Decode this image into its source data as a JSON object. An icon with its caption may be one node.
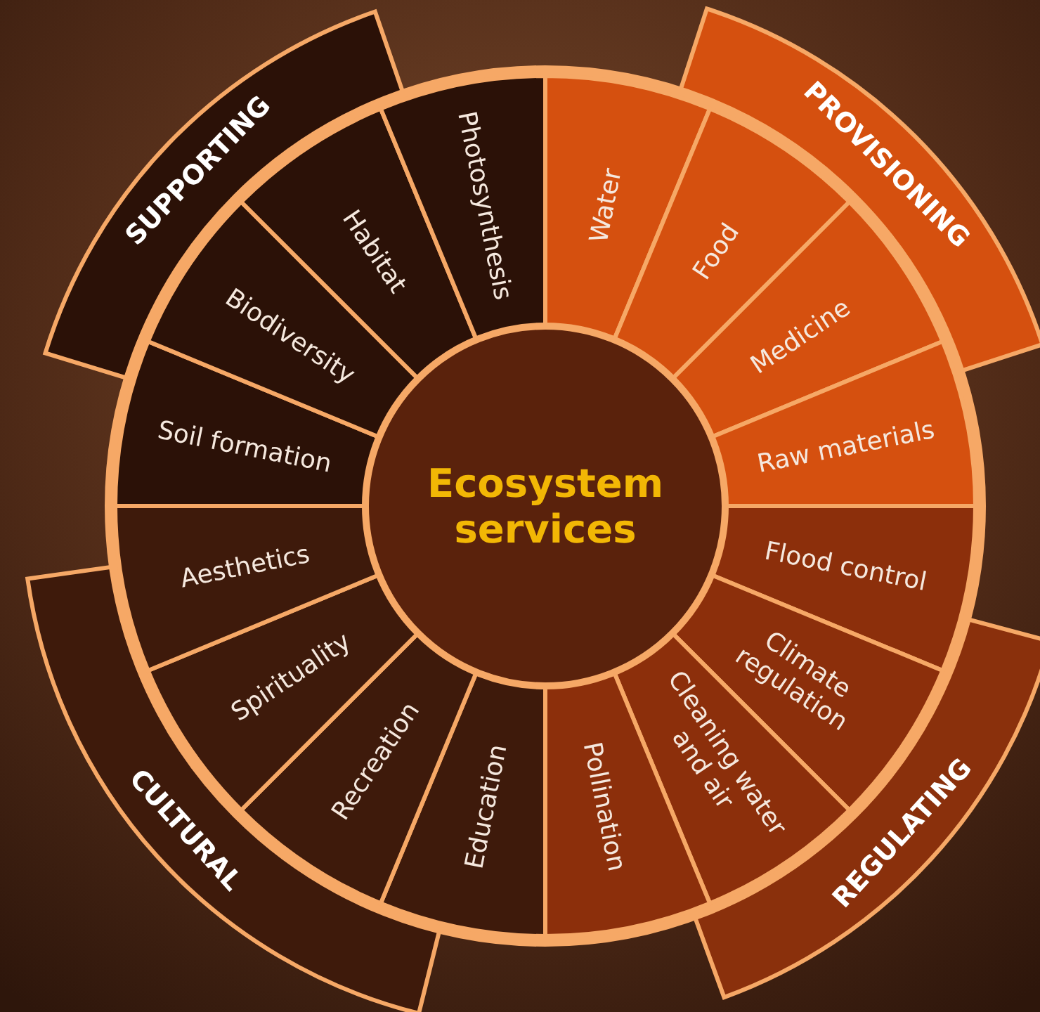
{
  "diagram": {
    "nodes": [
      {
        "text": [
          "Ecosystem services"
        ]
      },
      {
        "text": [
          "PROVISIONING"
        ]
      },
      {
        "text": [
          "Water"
        ]
      },
      {
        "text": [
          "Food"
        ]
      },
      {
        "text": [
          "Medicine"
        ]
      },
      {
        "text": [
          "Raw materials"
        ]
      },
      {
        "text": [
          "REGULATING"
        ]
      },
      {
        "text": [
          "Flood control"
        ]
      },
      {
        "text": [
          "Climate regulation"
        ]
      },
      {
        "text": [
          "Cleaning water and air"
        ]
      },
      {
        "text": [
          "Pollination"
        ]
      },
      {
        "text": [
          "CULTURAL"
        ]
      },
      {
        "text": [
          "Education"
        ]
      },
      {
        "text": [
          "Recreation"
        ]
      },
      {
        "text": [
          "Spirituality"
        ]
      },
      {
        "text": [
          "Aesthetics"
        ]
      },
      {
        "text": [
          "SUPPORTING"
        ]
      },
      {
        "text": [
          "Soil formation"
        ]
      },
      {
        "text": [
          "Biodiversity"
        ]
      },
      {
        "text": [
          "Habitat"
        ]
      },
      {
        "text": [
          "Photosynthesis"
        ]
      }
    ],
    "edges": []
  }
}
